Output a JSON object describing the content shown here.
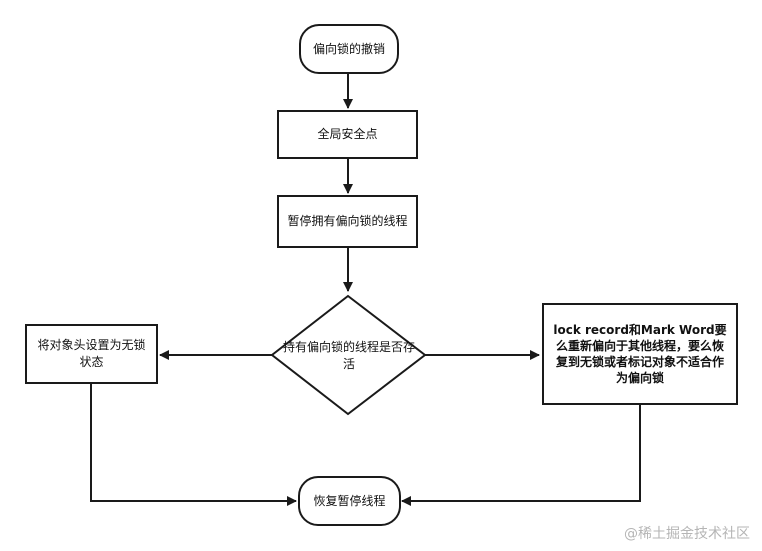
{
  "nodes": {
    "start": "偏向锁的撤销",
    "safepoint": "全局安全点",
    "pause": "暂停拥有偏向锁的线程",
    "decision": "持有偏向锁的线程是否存活",
    "set_lockfree": "将对象头设置为无锁状态",
    "rebias": "lock record和Mark Word要么重新偏向于其他线程，要么恢复到无锁或者标记对象不适合作为偏向锁",
    "resume": "恢复暂停线程"
  },
  "watermark": "@稀土掘金技术社区"
}
